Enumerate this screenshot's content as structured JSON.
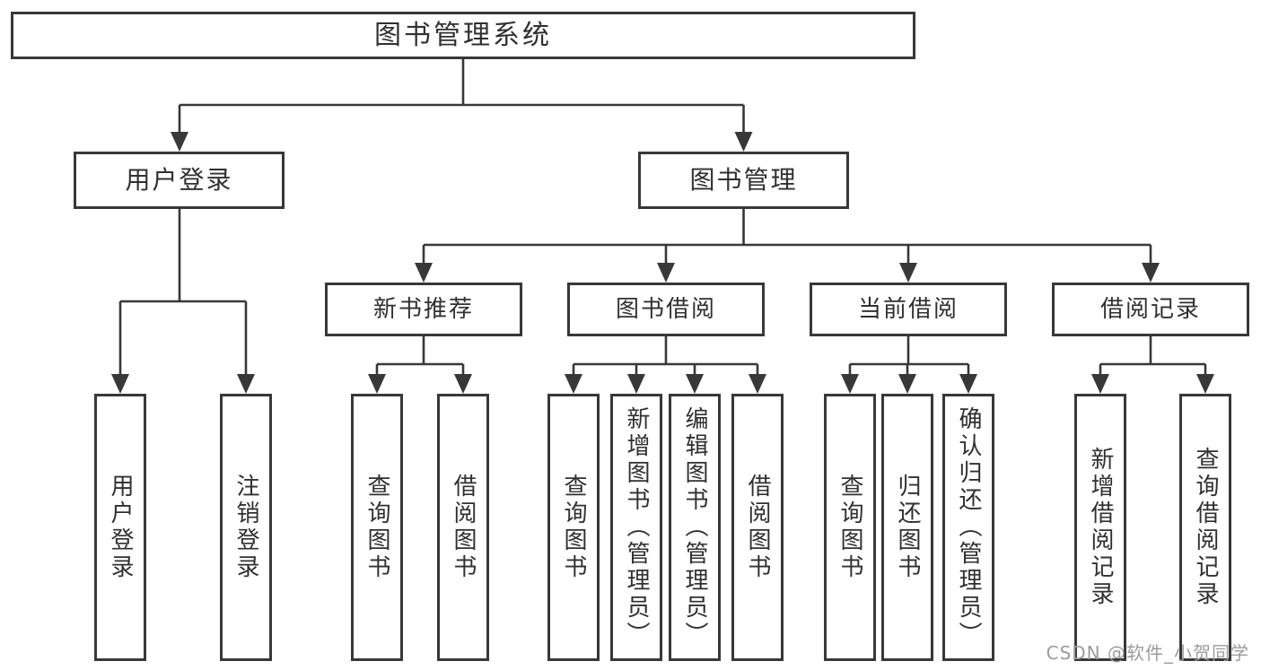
{
  "colors": {
    "background": "#ffffff",
    "line": "#383838",
    "box_border": "#383838",
    "text": "#303030",
    "watermark": "#9c9c9c"
  },
  "watermark": {
    "text": "CSDN @软件_小贺同学"
  },
  "diagram": {
    "type": "tree",
    "root": {
      "label": "图书管理系统"
    },
    "branches": [
      {
        "label": "用户登录",
        "children": [
          {
            "label": "用户登录"
          },
          {
            "label": "注销登录"
          }
        ]
      },
      {
        "label": "图书管理",
        "children": [
          {
            "label": "新书推荐",
            "children": [
              {
                "label": "查询图书"
              },
              {
                "label": "借阅图书"
              }
            ]
          },
          {
            "label": "图书借阅",
            "children": [
              {
                "label": "查询图书"
              },
              {
                "label": "新增图书（管理员）"
              },
              {
                "label": "编辑图书（管理员）"
              },
              {
                "label": "借阅图书"
              }
            ]
          },
          {
            "label": "当前借阅",
            "children": [
              {
                "label": "查询图书"
              },
              {
                "label": "归还图书"
              },
              {
                "label": "确认归还（管理员）"
              }
            ]
          },
          {
            "label": "借阅记录",
            "children": [
              {
                "label": "新增借阅记录"
              },
              {
                "label": "查询借阅记录"
              }
            ]
          }
        ]
      }
    ]
  }
}
